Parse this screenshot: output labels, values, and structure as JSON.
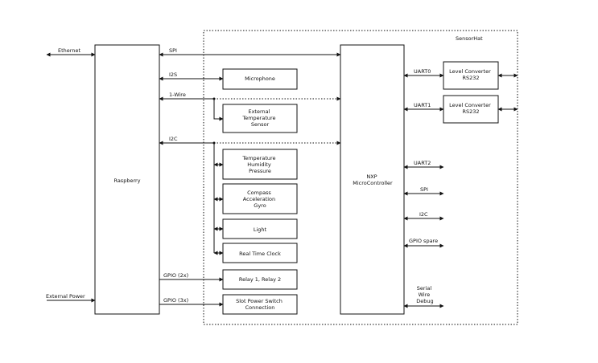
{
  "sensorhat_title": "SensorHat",
  "raspberry_label": "Raspberry",
  "mcu_label": [
    "NXP",
    "MicroController"
  ],
  "external": {
    "ethernet": "Ethernet",
    "external_power": "External Power"
  },
  "buses": {
    "spi": "SPI",
    "i2s": "I2S",
    "one_wire": "1-Wire",
    "i2c": "I2C",
    "gpio_2x": "GPIO (2x)",
    "gpio_3x": "GPIO (3x)"
  },
  "peripherals": {
    "microphone": [
      "Microphone"
    ],
    "ext_temp": [
      "External",
      "Temperature",
      "Sensor"
    ],
    "temp_hum": [
      "Temperature",
      "Humidity",
      "Pressure"
    ],
    "compass": [
      "Compass",
      "Acceleration",
      "Gyro"
    ],
    "light": [
      "Light"
    ],
    "rtc": [
      "Real Time Clock"
    ],
    "relay": [
      "Relay 1, Relay 2"
    ],
    "slot_power": [
      "Slot Power Switch",
      "Connection"
    ]
  },
  "mcu_ports": {
    "uart0": "UART0",
    "uart1": "UART1",
    "uart2": "UART2",
    "spi": "SPI",
    "i2c": "I2C",
    "gpio_spare": "GPIO spare",
    "swd": [
      "Serial",
      "Wire",
      "Debug"
    ]
  },
  "level_converters": {
    "lc1": [
      "Level Converter",
      "RS232"
    ],
    "lc2": [
      "Level Converter",
      "RS232"
    ]
  }
}
